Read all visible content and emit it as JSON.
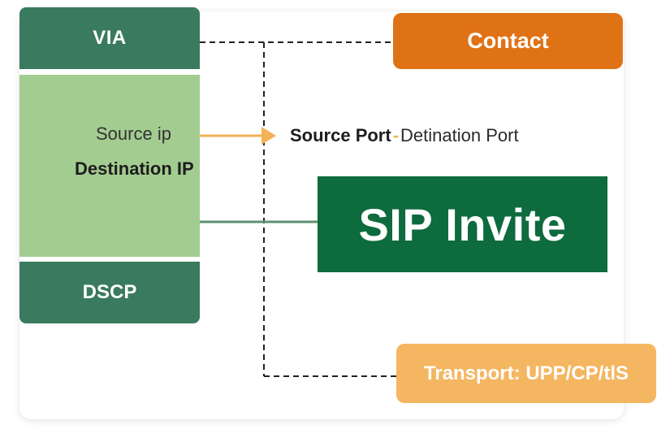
{
  "via": {
    "header": "VIA",
    "source_ip": "Source ip",
    "destination_ip": "Destination IP",
    "footer": "DSCP"
  },
  "contact": {
    "label": "Contact"
  },
  "ports": {
    "source_port": "Source Port",
    "separator": "-",
    "destination_port": "Detination Port"
  },
  "sip": {
    "label": "SIP Invite"
  },
  "transport": {
    "label": "Transport: UPP/CP/tlS"
  },
  "colors": {
    "via_dark": "#3a7a5e",
    "via_light": "#a3cc91",
    "contact_orange": "#e07216",
    "sip_green": "#0d6b3e",
    "transport_amber": "#f4b660",
    "arrow_amber": "#f3b255"
  }
}
